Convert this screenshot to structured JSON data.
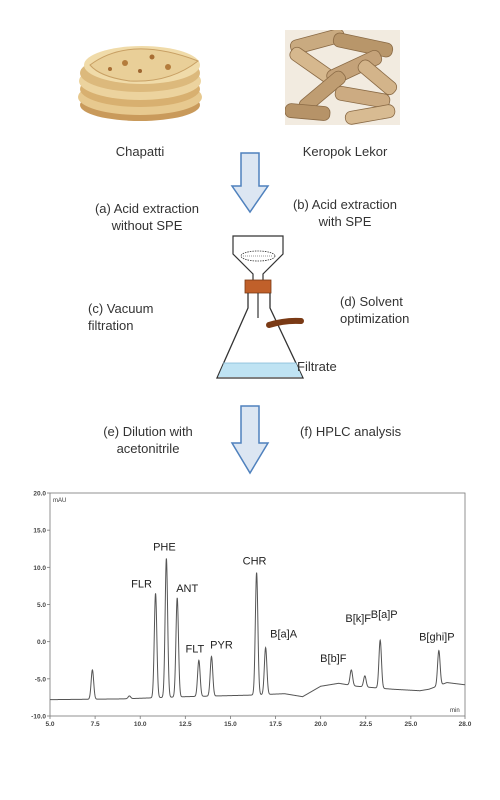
{
  "foods": {
    "left_label": "Chapatti",
    "right_label": "Keropok Lekor"
  },
  "steps": {
    "a": "(a) Acid extraction\nwithout  SPE",
    "b": "(b) Acid extraction\nwith SPE",
    "c": "(c) Vacuum\nfiltration",
    "d": "(d) Solvent\noptimization",
    "filtrate": "Filtrate",
    "e": "(e) Dilution with\nacetonitrile",
    "f": "(f) HPLC analysis"
  },
  "colors": {
    "arrow_fill": "#dce6f2",
    "arrow_stroke": "#4f81bd",
    "liquid": "#bfe3f3",
    "stopper": "#c0602a",
    "chromatogram_line": "#555555"
  },
  "chart_data": {
    "type": "line",
    "title": "",
    "xlabel": "min",
    "ylabel": "mAU",
    "xlim": [
      5.0,
      28.0
    ],
    "ylim": [
      -10.0,
      20.0
    ],
    "x_ticks": [
      "5.0",
      "7.5",
      "10.0",
      "12.5",
      "15.0",
      "17.5",
      "20.0",
      "22.5",
      "25.0",
      "28.0"
    ],
    "y_ticks": [
      "20.0",
      "15.0",
      "10.0",
      "5.0",
      "0.0",
      "-5.0",
      "-10.0"
    ],
    "baseline": [
      [
        5.0,
        -7.8
      ],
      [
        9.0,
        -7.7
      ],
      [
        12.5,
        -7.4
      ],
      [
        16.0,
        -7.2
      ],
      [
        18.0,
        -7.0
      ],
      [
        19.0,
        -7.4
      ],
      [
        20.0,
        -6.0
      ],
      [
        21.0,
        -5.6
      ],
      [
        22.0,
        -6.0
      ],
      [
        24.0,
        -6.4
      ],
      [
        25.5,
        -6.6
      ],
      [
        26.0,
        -6.4
      ],
      [
        27.0,
        -5.5
      ],
      [
        28.0,
        -5.8
      ]
    ],
    "peaks": [
      {
        "label": "",
        "rt": 7.35,
        "height": -3.8
      },
      {
        "label": "",
        "rt": 9.4,
        "height": -7.3
      },
      {
        "label": "FLR",
        "rt": 10.85,
        "height": 6.5
      },
      {
        "label": "PHE",
        "rt": 11.45,
        "height": 11.2
      },
      {
        "label": "ANT",
        "rt": 12.05,
        "height": 5.9
      },
      {
        "label": "FLT",
        "rt": 13.25,
        "height": -2.5
      },
      {
        "label": "PYR",
        "rt": 13.95,
        "height": -2.0
      },
      {
        "label": "CHR",
        "rt": 16.45,
        "height": 9.3
      },
      {
        "label": "B[a]A",
        "rt": 16.95,
        "height": -0.8
      },
      {
        "label": "B[b]F",
        "rt": 21.7,
        "height": -3.8
      },
      {
        "label": "",
        "rt": 22.45,
        "height": -4.6
      },
      {
        "label": "B[k]F",
        "rt": 23.3,
        "height": 0.2
      },
      {
        "label": "B[a]P",
        "rt": 23.3,
        "height": 0.2
      },
      {
        "label": "B[ghi]P",
        "rt": 26.55,
        "height": -1.2
      }
    ]
  }
}
